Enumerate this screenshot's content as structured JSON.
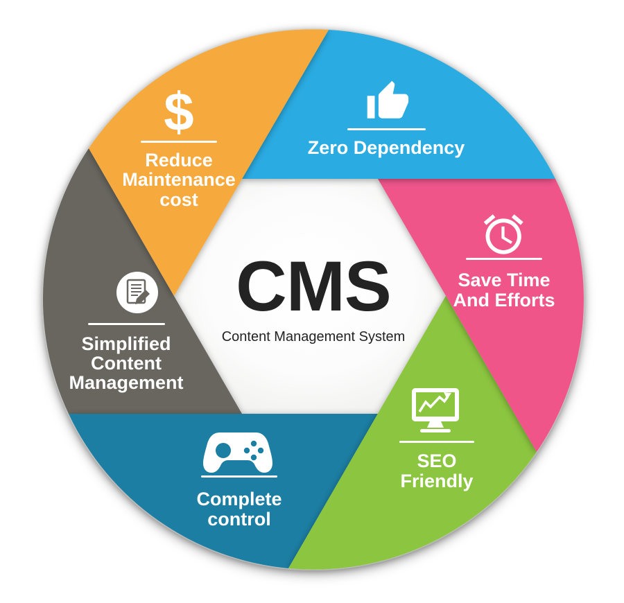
{
  "diagram": {
    "center": {
      "title": "CMS",
      "subtitle": "Content Management System"
    },
    "segments": [
      {
        "name": "reduce-maintenance-cost",
        "label": "Reduce Maintenance cost",
        "lines": [
          "Reduce",
          "Maintenance",
          "cost"
        ],
        "icon": "dollar-icon",
        "icon_glyph": "$",
        "color": "#f6a93d"
      },
      {
        "name": "zero-dependency",
        "label": "Zero Dependency",
        "lines": [
          "Zero Dependency"
        ],
        "icon": "thumbs-up-icon",
        "color": "#29abe2"
      },
      {
        "name": "save-time-and-efforts",
        "label": "Save Time And Efforts",
        "lines": [
          "Save Time",
          "And Efforts"
        ],
        "icon": "alarm-clock-icon",
        "color": "#f0548a"
      },
      {
        "name": "seo-friendly",
        "label": "SEO Friendly",
        "lines": [
          "SEO",
          "Friendly"
        ],
        "icon": "monitor-chart-icon",
        "color": "#8cc63f"
      },
      {
        "name": "complete-control",
        "label": "Complete control",
        "lines": [
          "Complete",
          "control"
        ],
        "icon": "game-controller-icon",
        "color": "#1b7ea3"
      },
      {
        "name": "simplified-content-management",
        "label": "Simplified Content Management",
        "lines": [
          "Simplified",
          "Content",
          "Management"
        ],
        "icon": "document-edit-icon",
        "color": "#68665f"
      }
    ]
  }
}
